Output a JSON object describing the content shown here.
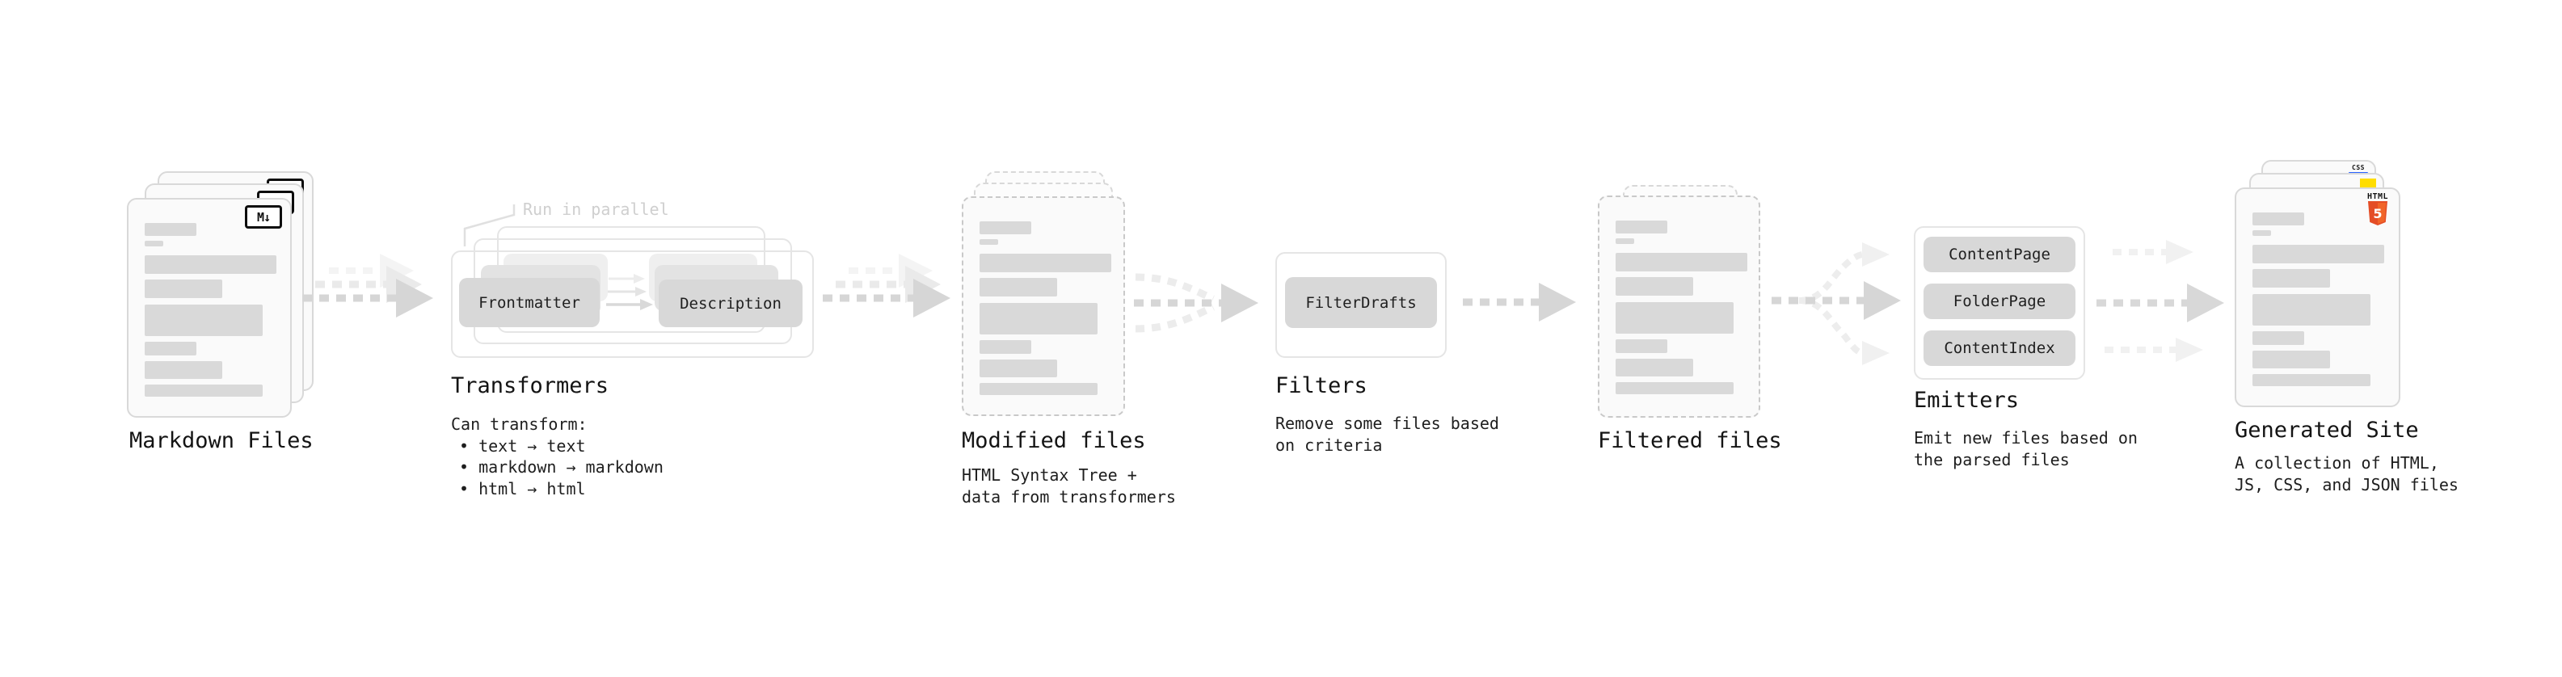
{
  "sections": {
    "markdown_files": {
      "label": "Markdown Files",
      "badge": "M↓"
    },
    "transformers": {
      "heading": "Transformers",
      "note": "Run in parallel",
      "nodes": [
        "Frontmatter",
        "Description"
      ],
      "desc_title": "Can transform:",
      "bullets": [
        "• text → text",
        "• markdown → markdown",
        "• html → html"
      ]
    },
    "modified_files": {
      "label": "Modified files",
      "desc": [
        "HTML Syntax Tree +",
        "data from transformers"
      ]
    },
    "filters": {
      "heading": "Filters",
      "nodes": [
        "FilterDrafts"
      ],
      "desc": [
        "Remove some files based",
        "on criteria"
      ]
    },
    "filtered_files": {
      "label": "Filtered files"
    },
    "emitters": {
      "heading": "Emitters",
      "nodes": [
        "ContentPage",
        "FolderPage",
        "ContentIndex"
      ],
      "desc": [
        "Emit new files based on",
        "the parsed files"
      ]
    },
    "generated_site": {
      "label": "Generated Site",
      "desc": [
        "A collection of HTML,",
        "JS, CSS, and JSON files"
      ],
      "badges": {
        "css": "CSS",
        "html": "HTML",
        "html5_number": "5"
      }
    }
  },
  "colors": {
    "html5_orange": "#e44d26",
    "html5_orange_light": "#f16529",
    "js_yellow": "#ffdd00",
    "css_blue": "#2962ff",
    "node_gray": "#d8d8d8",
    "arrow_gray": "#d6d6d6",
    "arrow_ghost": "#ececec"
  }
}
